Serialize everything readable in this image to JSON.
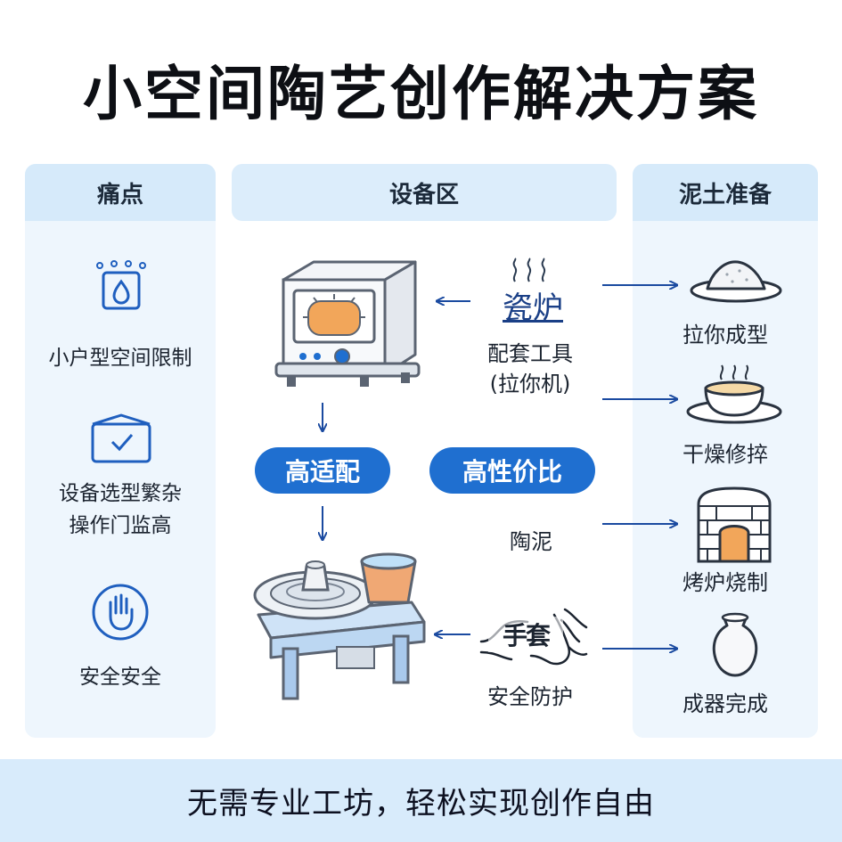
{
  "title": "小空间陶艺创作解决方案",
  "columns": {
    "pain": {
      "header": "痛点",
      "items": [
        {
          "label": "小户型空间限制",
          "icon": "water-drop-box-icon"
        },
        {
          "label": "设备选型繁杂\n操作门监高",
          "icon": "envelope-check-icon"
        },
        {
          "label": "安全安全",
          "icon": "hand-stop-icon"
        }
      ]
    },
    "equipment": {
      "header": "设备区",
      "kiln_label": "瓷炉",
      "tools_label": "配套工具\n(拉你机)",
      "clay_label": "陶泥",
      "safety_label": "安全防护",
      "gloves_text": "手套",
      "pill_left": "高适配",
      "pill_right": "高性价比"
    },
    "clay": {
      "header": "泥土准备",
      "steps": [
        {
          "label": "拉你成型",
          "icon": "clay-mound-icon"
        },
        {
          "label": "干燥修捽",
          "icon": "steaming-bowl-icon"
        },
        {
          "label": "烤炉烧制",
          "icon": "brick-kiln-icon"
        },
        {
          "label": "成器完成",
          "icon": "vase-icon"
        }
      ]
    }
  },
  "footer": "无需专业工坊，轻松实现创作自由",
  "colors": {
    "accent": "#1f6fd0",
    "panel": "#eef6fd",
    "header": "#d6eafa",
    "arrow": "#1a4aa0"
  }
}
